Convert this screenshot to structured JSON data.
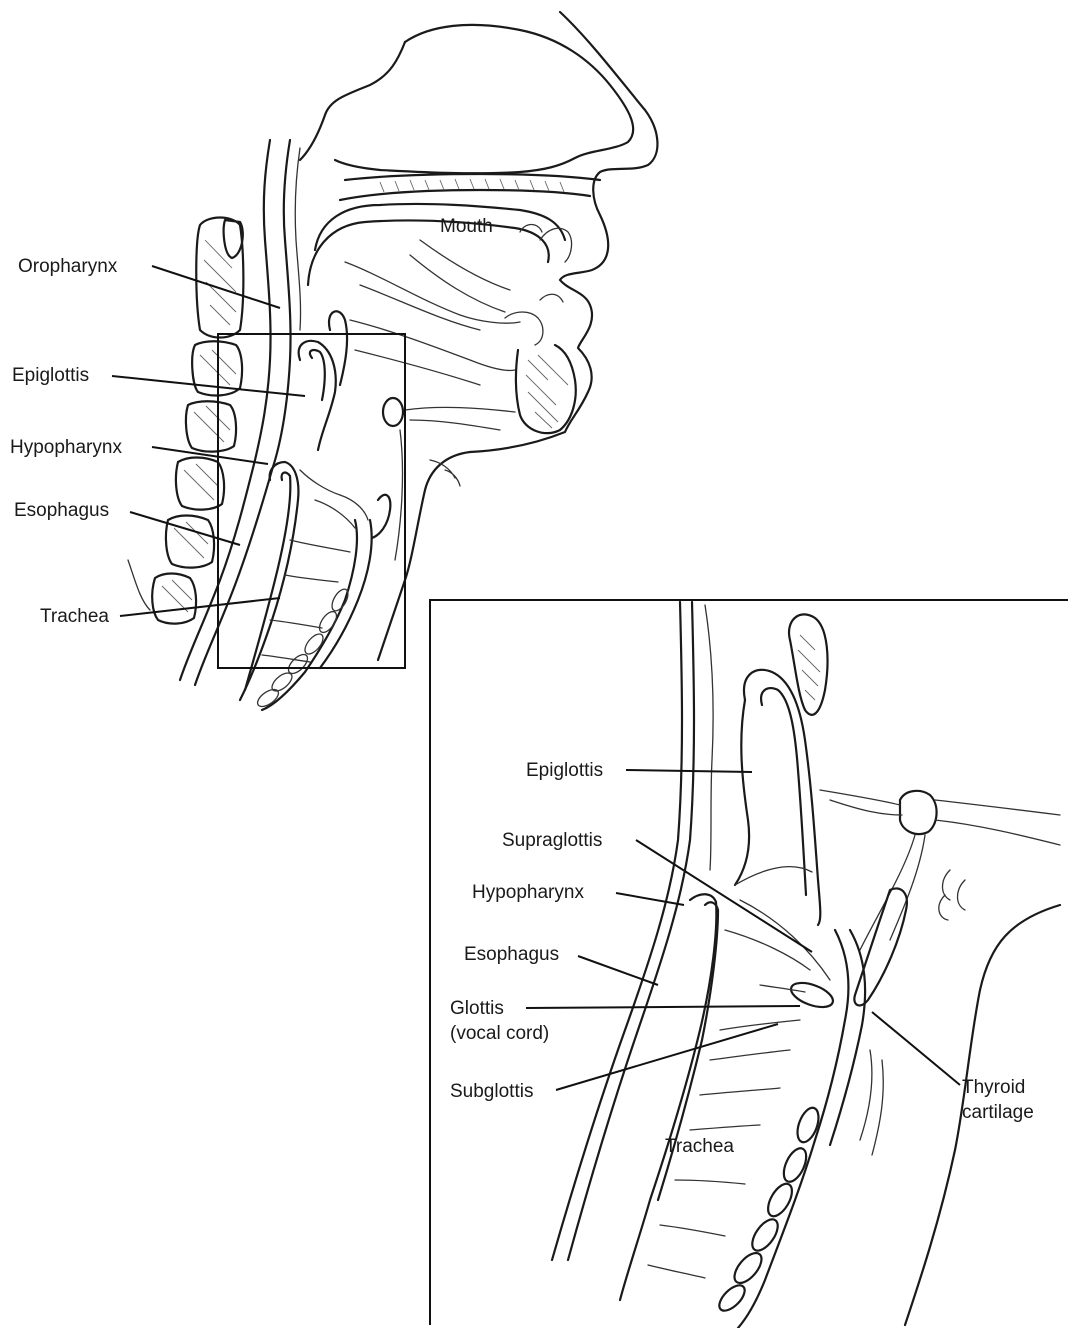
{
  "main_view": {
    "labels": {
      "mouth": "Mouth",
      "oropharynx": "Oropharynx",
      "epiglottis": "Epiglottis",
      "hypopharynx": "Hypopharynx",
      "esophagus": "Esophagus",
      "trachea": "Trachea"
    }
  },
  "inset_view": {
    "labels": {
      "epiglottis": "Epiglottis",
      "supraglottis": "Supraglottis",
      "hypopharynx": "Hypopharynx",
      "esophagus": "Esophagus",
      "glottis_line1": "Glottis",
      "glottis_line2": "(vocal cord)",
      "subglottis": "Subglottis",
      "trachea": "Trachea",
      "thyroid_line1": "Thyroid",
      "thyroid_line2": "cartilage"
    }
  },
  "colors": {
    "ink": "#1a1a1a",
    "background": "#ffffff"
  }
}
